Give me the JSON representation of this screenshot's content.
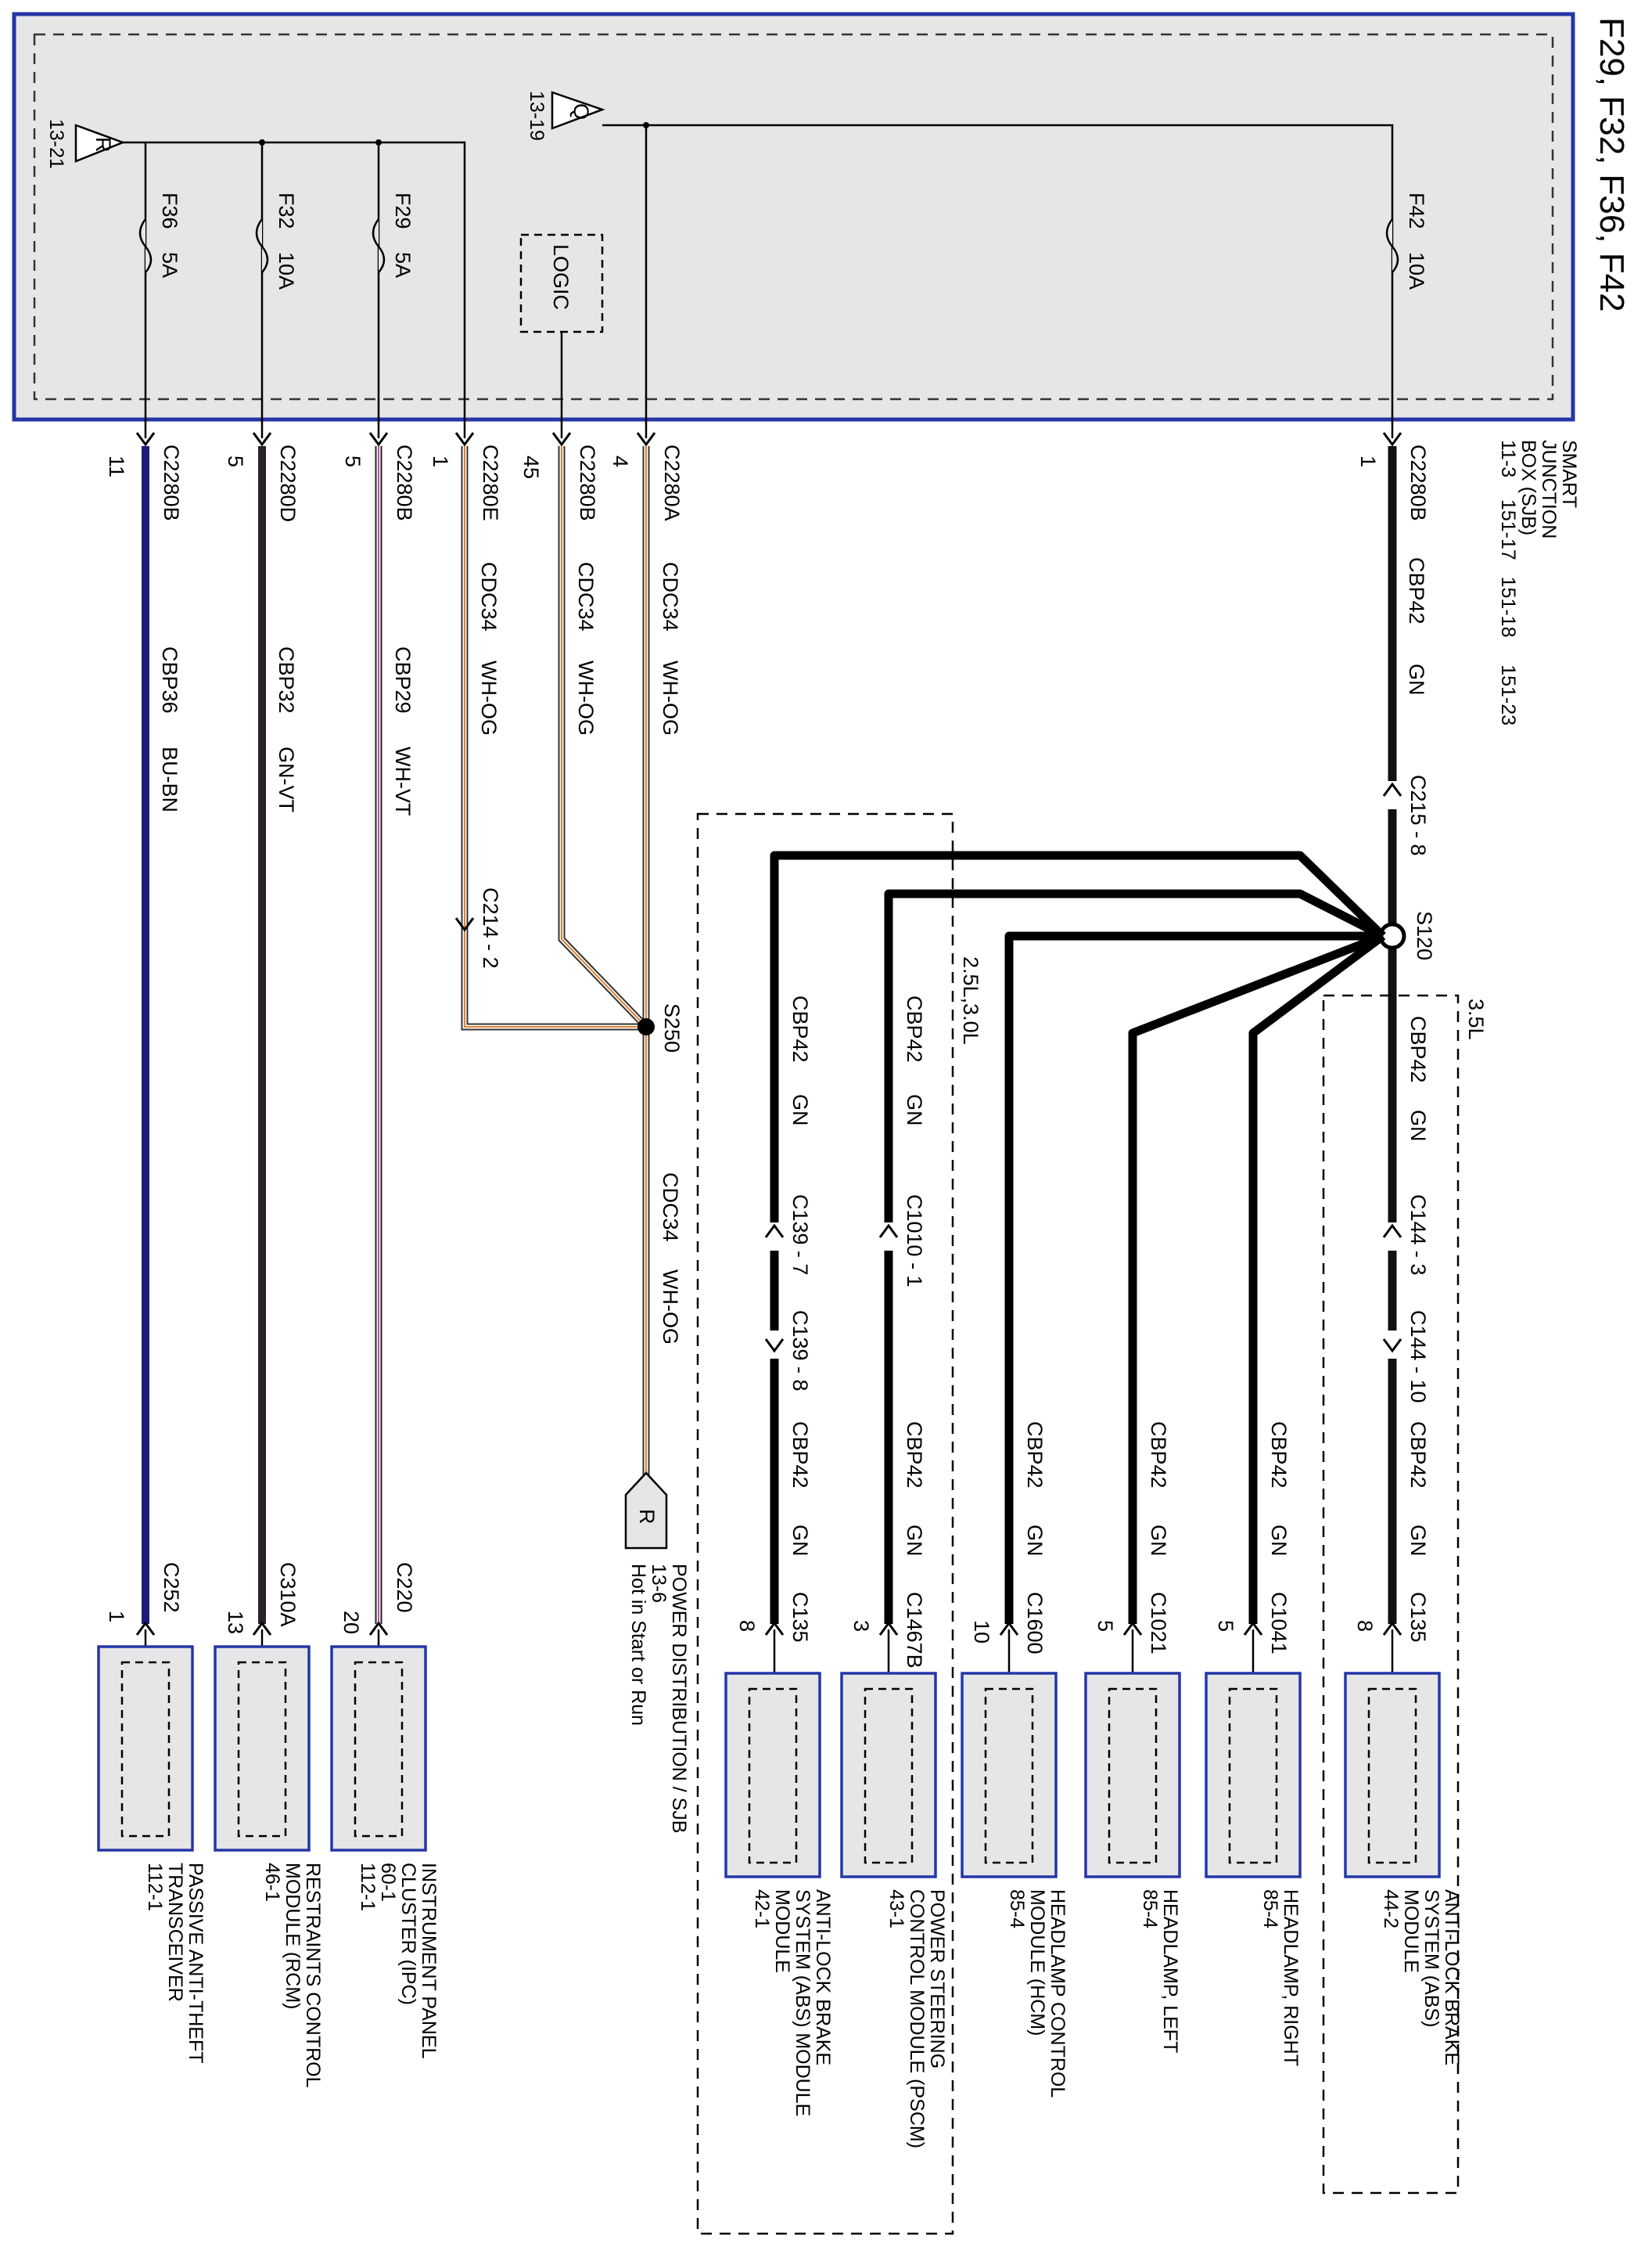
{
  "title": "F29, F32, F36, F42",
  "colors": {
    "sjb_border": "#2536a8",
    "box_fill": "#e6e6e6",
    "module_border": "#2536a8",
    "wire_GN": "#1a1a1a",
    "wire_BU_BN": "#1c1c7a",
    "wire_GN_VT": "#2a1f2a",
    "wire_WH_VT": "#c050b0",
    "wire_WH_OG": "#e08030",
    "line": "#000000"
  },
  "sjb": {
    "label_lines": [
      "SMART",
      "JUNCTION",
      "BOX (SJB)",
      "11-3    151-17   151-18     151-23"
    ],
    "logic_label": "LOGIC",
    "source_R": {
      "letter": "R",
      "ref": "13-21"
    },
    "source_Q": {
      "letter": "Q",
      "ref": "13-19"
    }
  },
  "fuses": [
    {
      "name": "F36",
      "rating": "5A"
    },
    {
      "name": "F32",
      "rating": "10A"
    },
    {
      "name": "F29",
      "rating": "5A"
    },
    {
      "name": "F42",
      "rating": "10A"
    }
  ],
  "pins": {
    "f36": {
      "connector": "C2280B",
      "pin": "11"
    },
    "f32": {
      "connector": "C2280D",
      "pin": "5"
    },
    "f29": {
      "connector": "C2280B",
      "pin": "5"
    },
    "c2280e": {
      "connector": "C2280E",
      "pin": "1"
    },
    "logic": {
      "connector": "C2280B",
      "pin": "45"
    },
    "q": {
      "connector": "C2280A",
      "pin": "4"
    },
    "f42": {
      "connector": "C2280B",
      "pin": "1"
    }
  },
  "wires": {
    "f36": {
      "circuit": "CBP36",
      "color": "BU-BN"
    },
    "f32": {
      "circuit": "CBP32",
      "color": "GN-VT"
    },
    "f29": {
      "circuit": "CBP29",
      "color": "WH-VT"
    },
    "e": {
      "circuit": "CDC34",
      "color": "WH-OG"
    },
    "logic": {
      "circuit": "CDC34",
      "color": "WH-OG"
    },
    "q": {
      "circuit": "CDC34",
      "color": "WH-OG"
    },
    "s250_out": {
      "circuit": "CDC34",
      "color": "WH-OG"
    },
    "f42": {
      "circuit": "CBP42",
      "color": "GN"
    },
    "gn_run": {
      "circuit": "CBP42",
      "color": "GN"
    }
  },
  "inline_connectors": {
    "c214": "C214 - 2",
    "c215": "C215 - 8",
    "c144_3": "C144 - 3",
    "c144_10": "C144 - 10",
    "c1010": "C1010 - 1",
    "c139_7": "C139 - 7",
    "c139_8": "C139 - 8"
  },
  "splices": {
    "s120": "S120",
    "s250": "S250"
  },
  "engine_options": {
    "v35": "3.5L",
    "v25_30": "2.5L,3.0L"
  },
  "power_dist": {
    "letter": "R",
    "label_lines": [
      "POWER DISTRIBUTION / SJB",
      "13-6",
      "Hot in Start or Run"
    ]
  },
  "modules": [
    {
      "id": "abs35",
      "connector": "C135",
      "pin": "8",
      "name_lines": [
        "ANTI-LOCK BRAKE",
        "SYSTEM (ABS)",
        "MODULE",
        "44-2"
      ]
    },
    {
      "id": "hlr",
      "connector": "C1041",
      "pin": "5",
      "name_lines": [
        "HEADLAMP, RIGHT",
        "85-4"
      ]
    },
    {
      "id": "hll",
      "connector": "C1021",
      "pin": "5",
      "name_lines": [
        "HEADLAMP, LEFT",
        "85-4"
      ]
    },
    {
      "id": "hcm",
      "connector": "C1600",
      "pin": "10",
      "name_lines": [
        "HEADLAMP CONTROL",
        "MODULE (HCM)",
        "85-4"
      ]
    },
    {
      "id": "pscm",
      "connector": "C1467B",
      "pin": "3",
      "name_lines": [
        "POWER STEERING",
        "CONTROL MODULE (PSCM)",
        "43-1"
      ]
    },
    {
      "id": "abs25",
      "connector": "C135",
      "pin": "8",
      "name_lines": [
        "ANTI-LOCK BRAKE",
        "SYSTEM (ABS) MODULE",
        "MODULE",
        "42-1"
      ]
    },
    {
      "id": "ipc",
      "connector": "C220",
      "pin": "20",
      "name_lines": [
        "INSTRUMENT PANEL",
        "CLUSTER (IPC)",
        "60-1",
        "112-1"
      ]
    },
    {
      "id": "rcm",
      "connector": "C310A",
      "pin": "13",
      "name_lines": [
        "RESTRAINTS CONTROL",
        "MODULE (RCM)",
        "46-1"
      ]
    },
    {
      "id": "pats",
      "connector": "C252",
      "pin": "1",
      "name_lines": [
        "PASSIVE ANTI-THEFT",
        "TRANSCEIVER",
        "112-1"
      ]
    }
  ]
}
